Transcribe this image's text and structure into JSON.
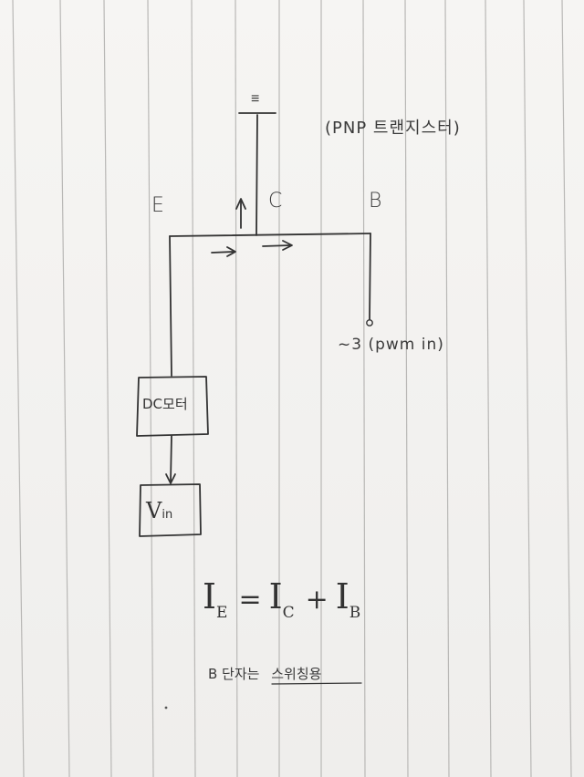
{
  "labels": {
    "ground": "≡",
    "transistor_type": "(PNP 트랜지스터)",
    "emitter": "E",
    "collector": "C",
    "base": "B",
    "pwm_input": "~3 (pwm in)",
    "dc_motor": "DC모터",
    "vin_main": "V",
    "vin_sub": "in"
  },
  "equation": {
    "ie": "I",
    "ie_sub": "E",
    "equals": "=",
    "ic": "I",
    "ic_sub": "C",
    "plus": "+",
    "ib": "I",
    "ib_sub": "B"
  },
  "note": {
    "prefix": "B 단자는",
    "emphasis": "스위칭용"
  },
  "colors": {
    "ink": "#3a3a3a",
    "rule_line": "#b9b8b6",
    "paper": "#f3f2f0"
  }
}
